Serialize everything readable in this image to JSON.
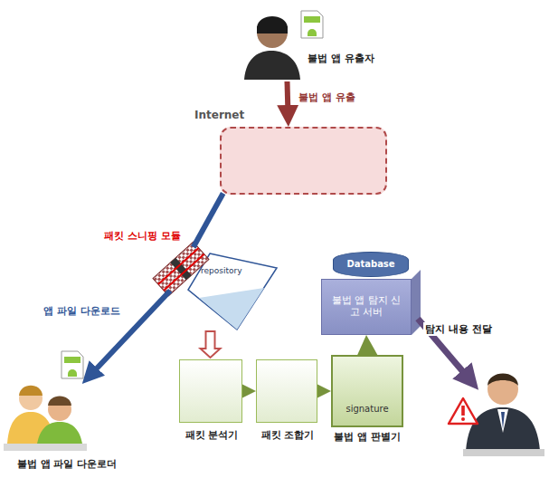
{
  "diagram": {
    "nodes": [
      {
        "text": [
          "불법 앱 유출자"
        ]
      },
      {
        "text": [
          "Internet"
        ]
      },
      {
        "text": [
          "패킷 스니핑 모듈"
        ]
      },
      {
        "text": [
          "repository"
        ]
      },
      {
        "text": [
          "불법 앱 파일 다운로더"
        ]
      },
      {
        "text": [
          "패킷 분석기"
        ]
      },
      {
        "text": [
          "패킷 조합기"
        ]
      },
      {
        "text": [
          "signature",
          "불법 앱 판별기"
        ]
      },
      {
        "text": [
          "Database"
        ]
      },
      {
        "text": [
          "불법 앱 탐지 신고 서버"
        ]
      }
    ],
    "edges": [
      {
        "from": 0,
        "to": 1,
        "arrow": "to",
        "label": "불법 앱 유출"
      },
      {
        "from": 1,
        "to": 2,
        "arrow": "none"
      },
      {
        "from": 2,
        "to": 4,
        "arrow": "to",
        "label": "앱 파일 다운로드"
      },
      {
        "from": 3,
        "to": 5,
        "arrow": "to"
      },
      {
        "from": 5,
        "to": 6,
        "arrow": "to"
      },
      {
        "from": 6,
        "to": 7,
        "arrow": "to"
      },
      {
        "from": 7,
        "to": 9,
        "arrow": "to"
      }
    ],
    "labels": [
      "탐지 내용 전달"
    ]
  }
}
